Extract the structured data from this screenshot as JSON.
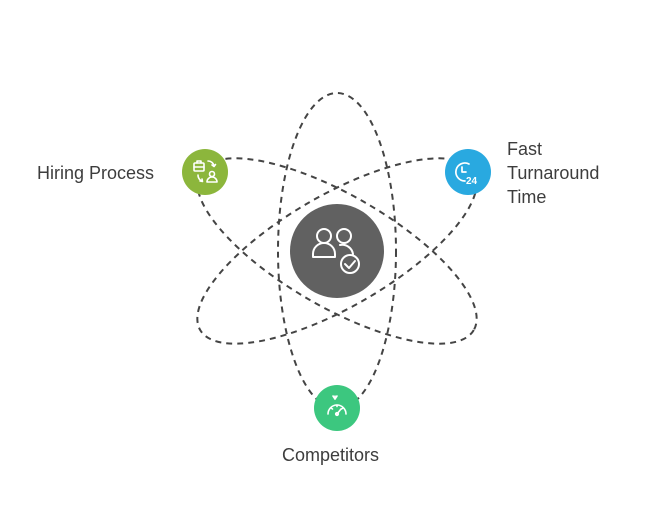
{
  "diagram": {
    "center_icon": "users-check-icon",
    "nodes": {
      "hiring": {
        "label": "Hiring Process",
        "icon": "hiring-process-icon",
        "color": "#8cb63c"
      },
      "fast": {
        "label_lines": [
          "Fast",
          "Turnaround",
          "Time"
        ],
        "icon": "clock-24-icon",
        "color": "#29a9e0"
      },
      "competitors": {
        "label": "Competitors",
        "icon": "speedometer-icon",
        "color": "#3cc77f"
      }
    },
    "colors": {
      "center": "#616161",
      "orbit": "#444444",
      "text": "#3d3d3d"
    }
  }
}
